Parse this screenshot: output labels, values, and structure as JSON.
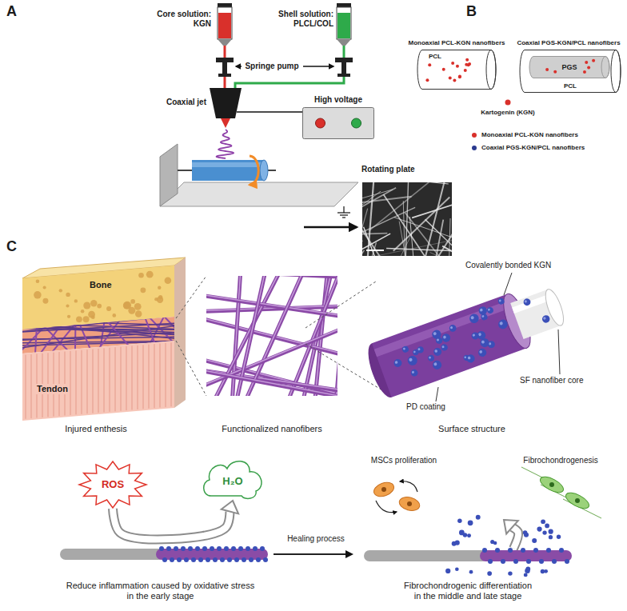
{
  "diagram": {
    "nodes": [
      {
        "text": [
          "High voltage"
        ]
      },
      {
        "text": [
          "Monoaxial PCL-KGN nanofibers",
          "PCL"
        ]
      },
      {
        "text": [
          "Coaxial PGS-KGN/PCL nanofibers",
          "PCL"
        ]
      },
      {
        "text": [
          "PGS"
        ],
        "in": 2
      },
      {
        "text": [
          "ROS"
        ]
      },
      {
        "text": [
          "H₂O"
        ]
      }
    ],
    "edges": [
      {
        "from": 4,
        "to": 5,
        "arrow": "to"
      }
    ],
    "labels": [
      "A",
      "Core solution: KGN",
      "Shell solution: PLCL/COL",
      "Springe pump",
      "Coaxial jet",
      "Rotating plate",
      "B",
      "Kartogenin (KGN)",
      "C",
      "Bone",
      "Tendon",
      "Injured enthesis",
      "Functionalized nanofibers",
      "Surface structure",
      "Covalently bonded KGN",
      "PD coating",
      "SF nanofiber core",
      "Reduce inflammation caused by oxidative stress in the early stage",
      "Healing process",
      "MSCs proliferation",
      "Fibrochondrogenesis",
      "Fibrochondrogenic differentiation in the middle and late stage"
    ],
    "legend": [
      {
        "text": "Monoaxial PCL-KGN nanofibers",
        "color": "#d9302b"
      },
      {
        "text": "Coaxial PGS-KGN/PCL nanofibers",
        "color": "#2b3a8f"
      }
    ]
  }
}
